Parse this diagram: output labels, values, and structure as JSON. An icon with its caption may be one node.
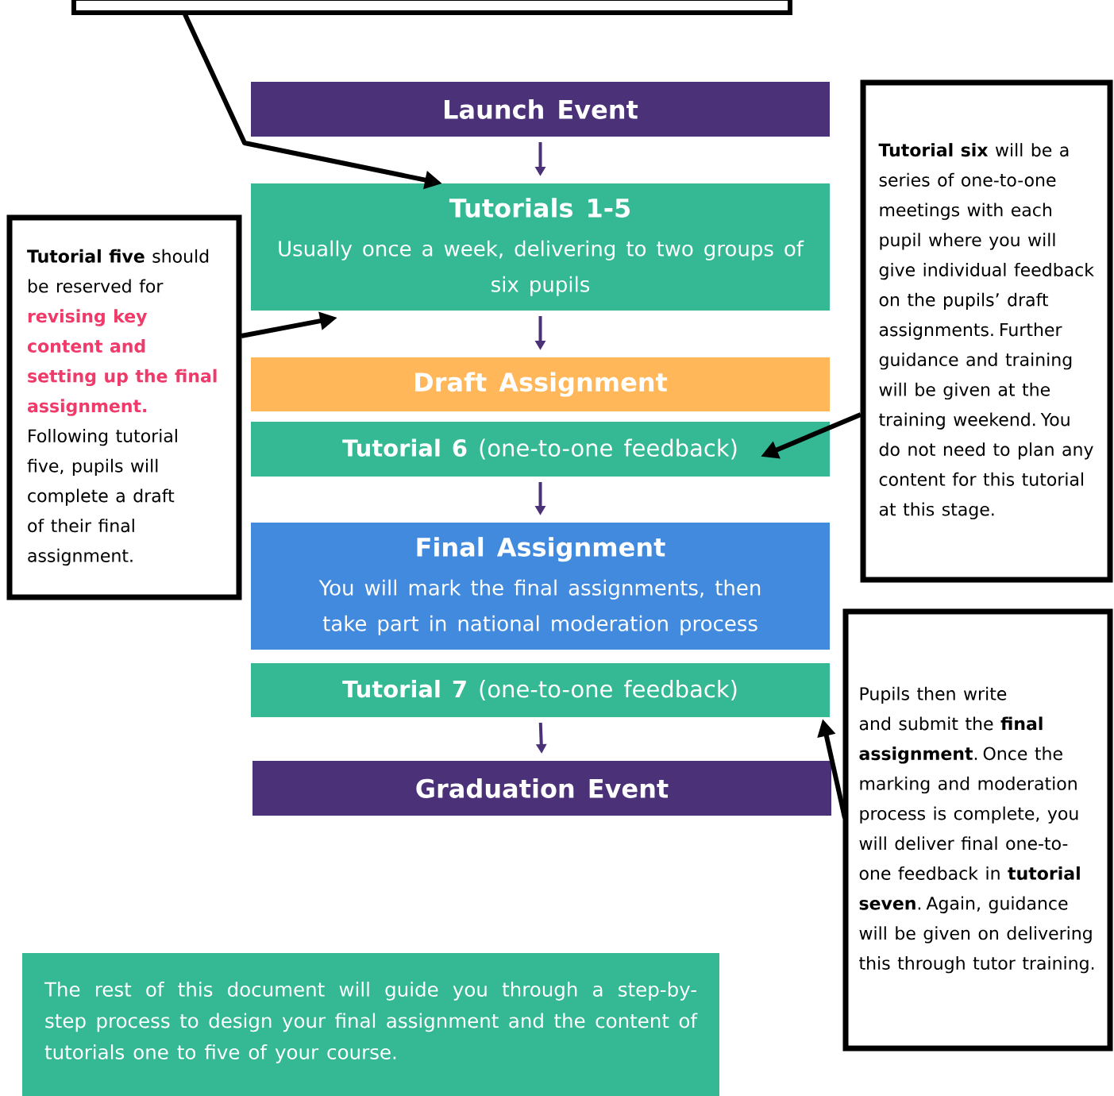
{
  "diagram": {
    "nodes": [
      {
        "text": [],
        "shape": "box"
      },
      {
        "text": [
          "Launch Event"
        ]
      },
      {
        "text": [
          "Tutorials 1-5",
          "Usually once a week, delivering to two groups of six pupils"
        ]
      },
      {
        "text": [
          "Draft Assignment"
        ]
      },
      {
        "text": [
          "**Tutorial 6** (one-to-one feedback)"
        ]
      },
      {
        "text": [
          "Final Assignment",
          "You will mark the final assignments, then take part in national moderation process"
        ]
      },
      {
        "text": [
          "**Tutorial 7** (one-to-one feedback)"
        ]
      },
      {
        "text": [
          "Graduation Event"
        ]
      },
      {
        "text": [
          "**Tutorial five** should be reserved for",
          "revising key content and setting up the final assignment.",
          "Following tutorial five, pupils will complete a draft of their final assignment."
        ]
      },
      {
        "text": [
          "**Tutorial six** will be a series of one-to-one meetings with each pupil where you will give individual feedback on the pupils’ draft assignments. Further guidance and training will be given at the training weekend. You do not need to plan any content for this tutorial at this stage."
        ]
      },
      {
        "text": [
          "Pupils then write and submit the **final assignment**. Once the marking and moderation process is complete, you will deliver final one-to-one feedback in **tutorial seven**. Again, guidance will be given on delivering this through tutor training."
        ]
      },
      {
        "text": [
          "The rest of this document will guide you through a step-by-step process to design your final assignment and the content of tutorials one to five of your course."
        ]
      }
    ],
    "edges": [
      {
        "from": 0,
        "to": 2,
        "arrow": "to"
      },
      {
        "from": 1,
        "to": 2,
        "arrow": "to",
        "color": "#4a3178"
      },
      {
        "from": 2,
        "to": 3,
        "arrow": "to",
        "color": "#4a3178"
      },
      {
        "from": 8,
        "to": 2,
        "arrow": "to"
      },
      {
        "from": 9,
        "to": 4,
        "arrow": "to"
      },
      {
        "from": 4,
        "to": 5,
        "arrow": "to",
        "color": "#4a3178"
      },
      {
        "from": 10,
        "to": 6,
        "arrow": "to"
      },
      {
        "from": 6,
        "to": 7,
        "arrow": "to",
        "color": "#4a3178"
      }
    ]
  }
}
